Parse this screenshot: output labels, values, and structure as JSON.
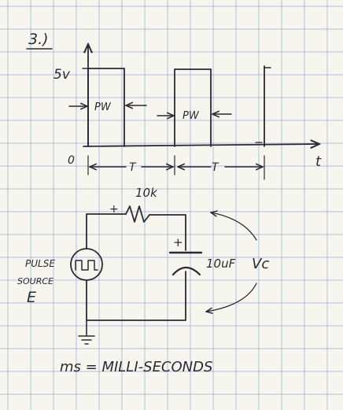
{
  "problem_number": "3.)",
  "waveform": {
    "amplitude_label": "5v",
    "origin_label": "0",
    "time_axis_label": "t",
    "pulse_width_label": "PW",
    "period_label": "T"
  },
  "circuit": {
    "resistor_label": "10k",
    "resistor_polarity": "+",
    "capacitor_polarity": "+",
    "capacitor_label": "10uF",
    "capacitor_voltage_label": "Vc",
    "source_label_line1": "PULSE",
    "source_label_line2": "SOURCE",
    "source_symbol": "E"
  },
  "footnote": "ms = MILLI-SECONDS",
  "colors": {
    "paper": "#f6f5ee",
    "grid": "#7f97d2",
    "ink": "#2b2a33"
  }
}
